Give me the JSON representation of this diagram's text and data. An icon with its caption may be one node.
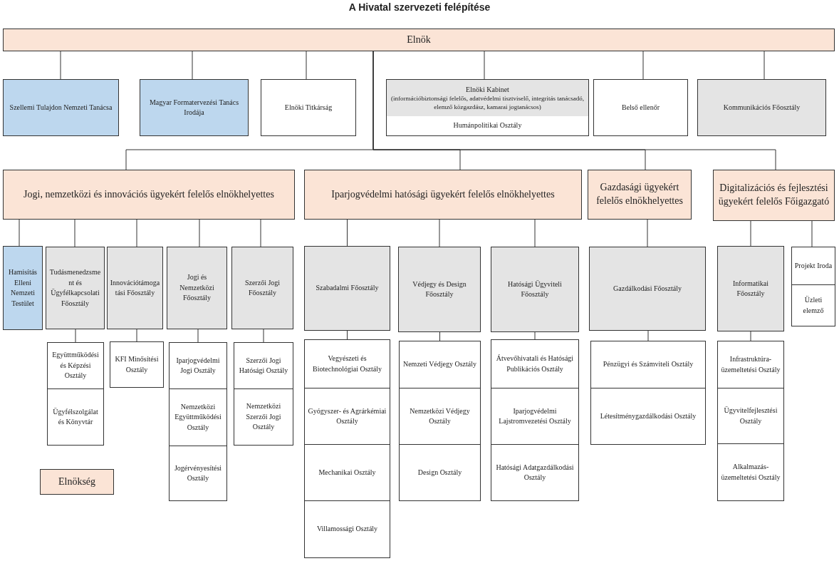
{
  "diagram": {
    "title": "A Hivatal szervezeti felépítése",
    "nodes": [
      {
        "text": [
          "Elnök"
        ]
      },
      {
        "text": [
          "Szellemi Tulajdon Nemzeti Tanácsa"
        ]
      },
      {
        "text": [
          "Magyar Formatervezési Tanács Irodája"
        ]
      },
      {
        "text": [
          "Elnöki Titkárság"
        ]
      },
      {
        "text": [
          "Elnöki Kabinet",
          "(információbiztonsági felelős, adatvédelmi tisztviselő, integritás tanácsadó, elemző közgazdász, kamarai jogtanácsos)"
        ]
      },
      {
        "text": [
          "Humánpolitikai Osztály"
        ]
      },
      {
        "text": [
          "Belső ellenőr"
        ]
      },
      {
        "text": [
          "Kommunikációs Főosztály"
        ]
      },
      {
        "text": [
          "Jogi, nemzetközi és innovációs ügyekért felelős elnökhelyettes"
        ]
      },
      {
        "text": [
          "Iparjogvédelmi hatósági ügyekért felelős elnökhelyettes"
        ]
      },
      {
        "text": [
          "Gazdasági ügyekért felelős elnökhelyettes"
        ]
      },
      {
        "text": [
          "Digitalizációs és fejlesztési ügyekért felelős Főigazgató"
        ]
      },
      {
        "text": [
          "Hamisítás Elleni Nemzeti Testület"
        ]
      },
      {
        "text": [
          "Tudásmenedzsment és Ügyfélkapcsolati Főosztály"
        ]
      },
      {
        "text": [
          "Innovációtámogatási Főosztály"
        ]
      },
      {
        "text": [
          "Jogi és Nemzetközi Főosztály"
        ]
      },
      {
        "text": [
          "Szerzői Jogi Főosztály"
        ]
      },
      {
        "text": [
          "Együttműködési és Képzési Osztály"
        ]
      },
      {
        "text": [
          "Ügyfélszolgálat és Könyvtár"
        ]
      },
      {
        "text": [
          "KFI Minősítési Osztály"
        ]
      },
      {
        "text": [
          "Iparjogvédelmi Jogi Osztály"
        ]
      },
      {
        "text": [
          "Nemzetközi Együttműködési Osztály"
        ]
      },
      {
        "text": [
          "Jogérvényesítési Osztály"
        ]
      },
      {
        "text": [
          "Szerzői Jogi Hatósági Osztály"
        ]
      },
      {
        "text": [
          "Nemzetközi Szerzői Jogi Osztály"
        ]
      },
      {
        "text": [
          "Szabadalmi Főosztály"
        ]
      },
      {
        "text": [
          "Védjegy és Design Főosztály"
        ]
      },
      {
        "text": [
          "Hatósági Ügyviteli Főosztály"
        ]
      },
      {
        "text": [
          "Vegyészeti és Biotechnológiai Osztály"
        ]
      },
      {
        "text": [
          "Gyógyszer- és Agrárkémiai Osztály"
        ]
      },
      {
        "text": [
          "Mechanikai Osztály"
        ]
      },
      {
        "text": [
          "Villamossági Osztály"
        ]
      },
      {
        "text": [
          "Nemzeti Védjegy Osztály"
        ]
      },
      {
        "text": [
          "Nemzetközi Védjegy Osztály"
        ]
      },
      {
        "text": [
          "Design Osztály"
        ]
      },
      {
        "text": [
          "Átvevőhivatali és Hatósági Publikációs Osztály"
        ]
      },
      {
        "text": [
          "Iparjogvédelmi Lajstromvezetési Osztály"
        ]
      },
      {
        "text": [
          "Hatósági Adatgazdálkodási Osztály"
        ]
      },
      {
        "text": [
          "Gazdálkodási Főosztály"
        ]
      },
      {
        "text": [
          "Pénzügyi és Számviteli Osztály"
        ]
      },
      {
        "text": [
          "Létesítménygazdálkodási Osztály"
        ]
      },
      {
        "text": [
          "Informatikai Főosztály"
        ]
      },
      {
        "text": [
          "Infrastruktúra-üzemeltetési Osztály"
        ]
      },
      {
        "text": [
          "Ügyvitelfejlesztési Osztály"
        ]
      },
      {
        "text": [
          "Alkalmazás-üzemeltetési Osztály"
        ]
      },
      {
        "text": [
          "Projekt Iroda"
        ]
      },
      {
        "text": [
          "Üzleti elemző"
        ]
      },
      {
        "text": [
          "Elnökség"
        ]
      }
    ],
    "edges": [
      {
        "from": 0,
        "to": 1,
        "arrow": "none"
      },
      {
        "from": 0,
        "to": 2,
        "arrow": "none"
      },
      {
        "from": 0,
        "to": 3,
        "arrow": "none"
      },
      {
        "from": 0,
        "to": 4,
        "arrow": "none"
      },
      {
        "from": 0,
        "to": 6,
        "arrow": "none"
      },
      {
        "from": 0,
        "to": 7,
        "arrow": "none"
      },
      {
        "from": 0,
        "to": 8,
        "arrow": "none"
      },
      {
        "from": 0,
        "to": 9,
        "arrow": "none"
      },
      {
        "from": 0,
        "to": 10,
        "arrow": "none"
      },
      {
        "from": 0,
        "to": 11,
        "arrow": "none"
      },
      {
        "from": 8,
        "to": 12,
        "arrow": "none"
      },
      {
        "from": 8,
        "to": 13,
        "arrow": "none"
      },
      {
        "from": 8,
        "to": 14,
        "arrow": "none"
      },
      {
        "from": 8,
        "to": 15,
        "arrow": "none"
      },
      {
        "from": 8,
        "to": 16,
        "arrow": "none"
      },
      {
        "from": 13,
        "to": 17,
        "arrow": "none"
      },
      {
        "from": 14,
        "to": 19,
        "arrow": "none"
      },
      {
        "from": 15,
        "to": 20,
        "arrow": "none"
      },
      {
        "from": 16,
        "to": 23,
        "arrow": "none"
      },
      {
        "from": 9,
        "to": 25,
        "arrow": "none"
      },
      {
        "from": 9,
        "to": 26,
        "arrow": "none"
      },
      {
        "from": 9,
        "to": 27,
        "arrow": "none"
      },
      {
        "from": 25,
        "to": 28,
        "arrow": "none"
      },
      {
        "from": 26,
        "to": 32,
        "arrow": "none"
      },
      {
        "from": 27,
        "to": 35,
        "arrow": "none"
      },
      {
        "from": 10,
        "to": 38,
        "arrow": "none"
      },
      {
        "from": 38,
        "to": 39,
        "arrow": "none"
      },
      {
        "from": 11,
        "to": 41,
        "arrow": "none"
      },
      {
        "from": 11,
        "to": 45,
        "arrow": "none"
      },
      {
        "from": 41,
        "to": 42,
        "arrow": "none"
      }
    ]
  }
}
